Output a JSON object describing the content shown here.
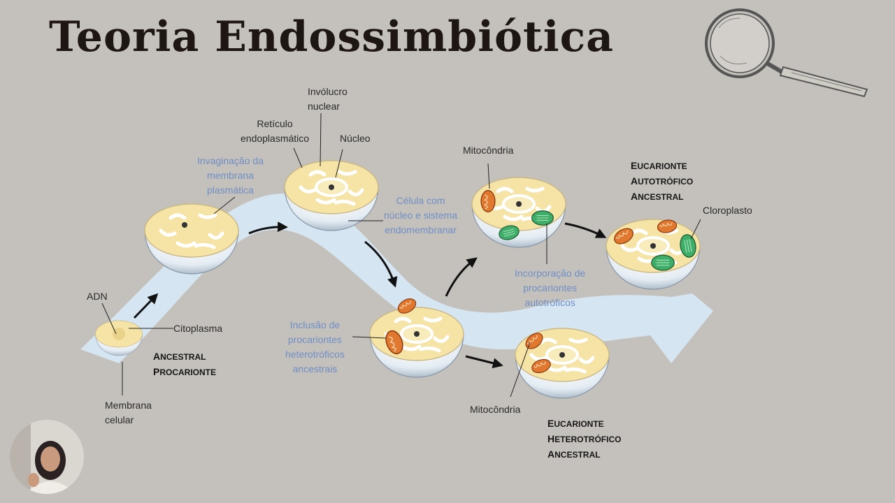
{
  "slide": {
    "title": "Teoria Endossimbiótica"
  },
  "labels": {
    "adn": "ADN",
    "citoplasma": "Citoplasma",
    "membrana_celular": [
      "Membrana",
      "celular"
    ],
    "ancestral_procarionte": [
      "Ancestral",
      "Procarionte"
    ],
    "invaginacao": [
      "Invaginação da",
      "membrana",
      "plasmática"
    ],
    "reticulo": [
      "Retículo",
      "endoplasmático"
    ],
    "involucro": [
      "Invólucro",
      "nuclear"
    ],
    "nucleo": "Núcleo",
    "celula_nucleo": [
      "Célula com",
      "núcleo e sistema",
      "endomembranar"
    ],
    "inclusao": [
      "Inclusão de",
      "procariontes",
      "heterotróficos",
      "ancestrais"
    ],
    "mitocondria_top": "Mitocôndria",
    "mitocondria_bottom": "Mitocôndria",
    "incorporacao": [
      "Incorporação de",
      "procariontes",
      "autotróficos"
    ],
    "eucarionte_autotrofico": [
      "Eucarionte",
      "autotrófico",
      "ancestral"
    ],
    "cloroplasto": "Cloroplasto",
    "eucarionte_heterotrofico": [
      "Eucarionte",
      "Heterotrófico",
      "ancestral"
    ]
  },
  "colors": {
    "background": "#c4c0bb",
    "band": "#d6e8f4",
    "cytoplasm": "#f6e3a6",
    "membrane": "#e6eef5",
    "mitochondria": "#e0782f",
    "chloroplast": "#3fae6a",
    "annotation_blue": "#6f8fc6"
  },
  "icons": {
    "magnifier": "magnifying-glass-icon",
    "arrow": "arrow-icon"
  }
}
